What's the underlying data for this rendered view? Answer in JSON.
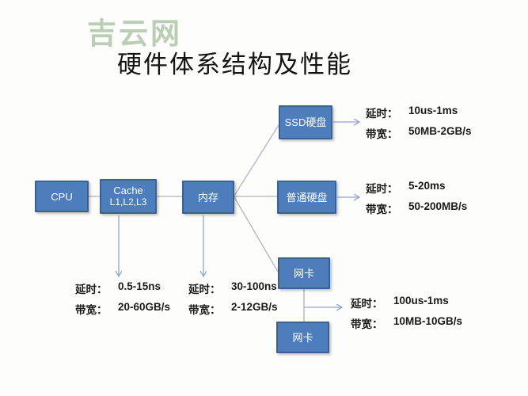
{
  "watermark": "吉云网",
  "title": "硬件体系结构及性能",
  "colors": {
    "node_fill": "#4d7ebb",
    "node_border": "#3a6095",
    "connector_gray": "#b9bdc5",
    "arrow_blue": "#93a5cf",
    "watermark_green": "#b9ceb4"
  },
  "nodes": {
    "cpu": {
      "label": "CPU"
    },
    "cache": {
      "label": "Cache",
      "sublabel": "L1,L2,L3"
    },
    "memory": {
      "label": "内存"
    },
    "ssd": {
      "label": "SSD硬盘"
    },
    "hdd": {
      "label": "普通硬盘"
    },
    "nic1": {
      "label": "网卡"
    },
    "nic2": {
      "label": "网卡"
    }
  },
  "metrics": {
    "latency_key": "延时：",
    "bandwidth_key": "带宽：",
    "cache": {
      "latency": "0.5-15ns",
      "bandwidth": "20-60GB/s"
    },
    "memory": {
      "latency": "30-100ns",
      "bandwidth": "2-12GB/s"
    },
    "ssd": {
      "latency": "10us-1ms",
      "bandwidth": "50MB-2GB/s"
    },
    "hdd": {
      "latency": "5-20ms",
      "bandwidth": "50-200MB/s"
    },
    "nic": {
      "latency": "100us-1ms",
      "bandwidth": "10MB-10GB/s"
    }
  }
}
